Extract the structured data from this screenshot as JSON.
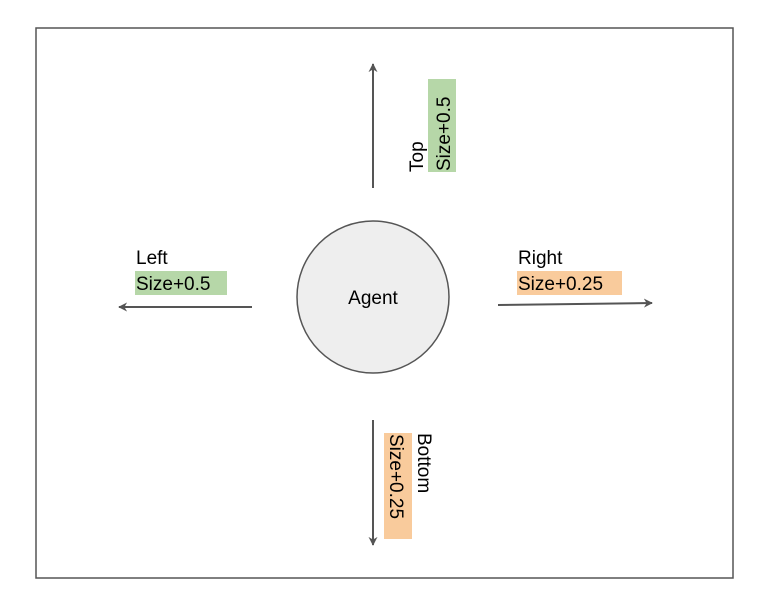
{
  "agent": {
    "label": "Agent"
  },
  "directions": {
    "top": {
      "label": "Top",
      "modifier": "Size+0.5"
    },
    "left": {
      "label": "Left",
      "modifier": "Size+0.5"
    },
    "right": {
      "label": "Right",
      "modifier": "Size+0.25"
    },
    "bottom": {
      "label": "Bottom",
      "modifier": "Size+0.25"
    }
  },
  "colors": {
    "green": "#b6d7a8",
    "orange": "#f9cb9c",
    "circle_fill": "#eeeeee",
    "stroke": "#555555"
  }
}
